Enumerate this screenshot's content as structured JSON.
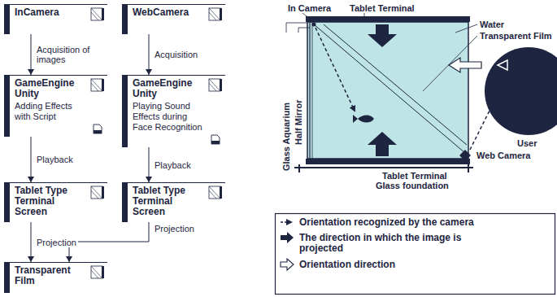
{
  "diagram": {
    "nodes": [
      {
        "text": [
          "InCamera"
        ]
      },
      {
        "text": [
          "WebCamera"
        ]
      },
      {
        "text": [
          "GameEngine Unity",
          "Adding Effects with Script"
        ]
      },
      {
        "text": [
          "GameEngine Unity",
          "Playing Sound Effects during Face Recognition"
        ]
      },
      {
        "text": [
          "Tablet Type Terminal Screen"
        ]
      },
      {
        "text": [
          "Tablet Type Terminal Screen"
        ]
      },
      {
        "text": [
          "Transparent Film"
        ]
      }
    ],
    "edges": [
      {
        "from": 0,
        "to": 2,
        "label": "Acquisition of images",
        "arrow": "to"
      },
      {
        "from": 1,
        "to": 3,
        "label": "Acquisition",
        "arrow": "to"
      },
      {
        "from": 2,
        "to": 4,
        "label": "Playback",
        "arrow": "to"
      },
      {
        "from": 3,
        "to": 5,
        "label": "Playback",
        "arrow": "to"
      },
      {
        "from": 4,
        "to": 6,
        "label": "Projection",
        "arrow": "to"
      },
      {
        "from": 5,
        "to": 6,
        "label": "Projection",
        "arrow": "to"
      }
    ],
    "labels": [
      "In Camera",
      "Tablet Terminal",
      "Water",
      "Transparent Film",
      "Glass Aquarium",
      "Half Mirror",
      "User",
      "Web Camera",
      "Tablet Terminal",
      "Glass foundation"
    ],
    "legend": [
      {
        "text": "Orientation recognized by the camera"
      },
      {
        "text": "The direction in which the image is projected"
      },
      {
        "text": "Orientation direction"
      }
    ]
  }
}
